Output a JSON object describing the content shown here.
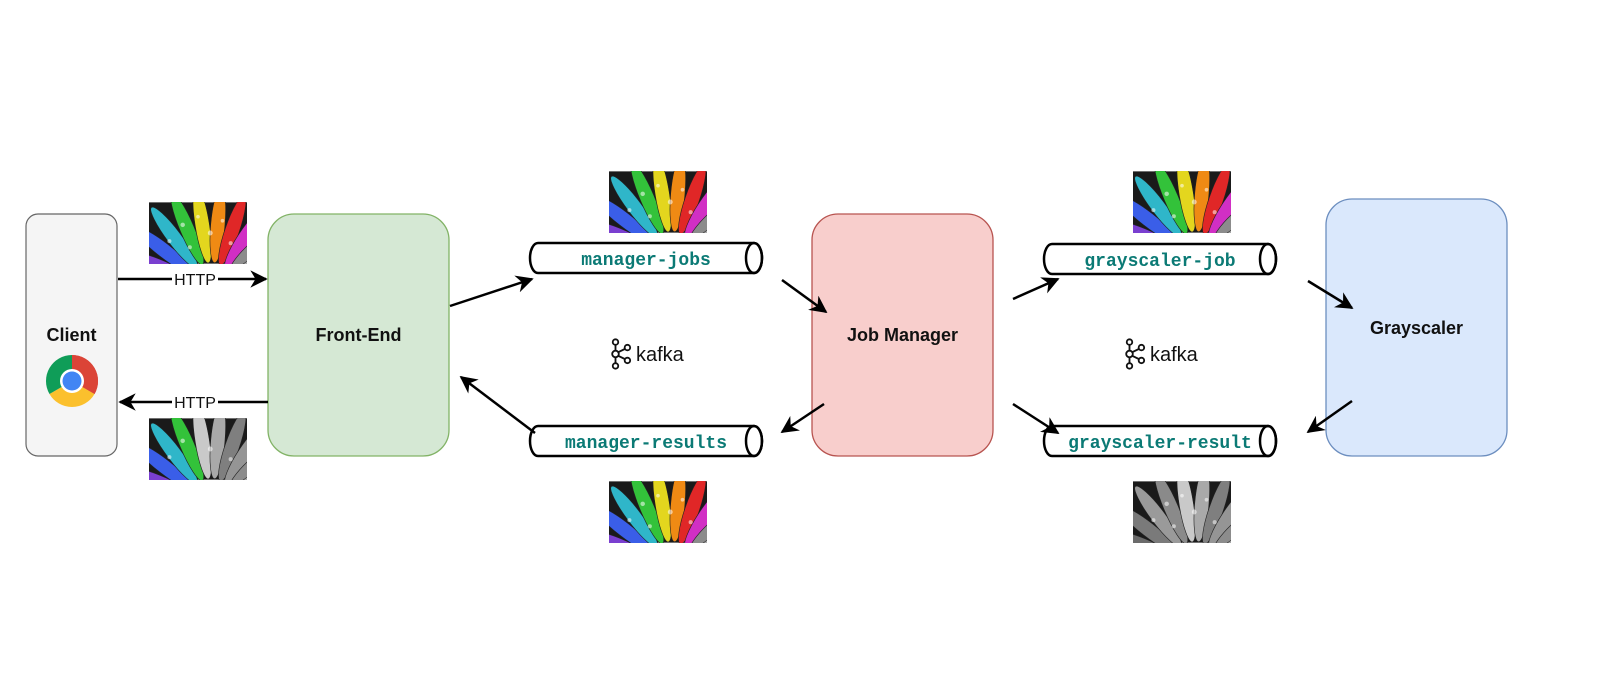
{
  "nodes": {
    "client": {
      "label": "Client",
      "fill": "#f5f5f5",
      "stroke": "#666666"
    },
    "frontend": {
      "label": "Front-End",
      "fill": "#d5e8d4",
      "stroke": "#82b366"
    },
    "jobmanager": {
      "label": "Job Manager",
      "fill": "#f8cecc",
      "stroke": "#b85450"
    },
    "grayscaler": {
      "label": "Grayscaler",
      "fill": "#dae8fc",
      "stroke": "#6c8ebf"
    }
  },
  "topics": {
    "manager_jobs": "manager-jobs",
    "manager_results": "manager-results",
    "grayscaler_job": "grayscaler-job",
    "grayscaler_result": "grayscaler-result"
  },
  "edges": {
    "http_request": "HTTP",
    "http_response": "HTTP"
  },
  "kafka": {
    "left": "kafka",
    "right": "kafka"
  },
  "icons": {
    "browser": "chrome-icon",
    "broker": "kafka-logo-icon",
    "image_color": "color-flower-image",
    "image_gray": "grayscale-flower-image"
  },
  "colors": {
    "topic_text": "#0b7a75",
    "petals": [
      "#7a3fd0",
      "#3a5ee8",
      "#2fb6c9",
      "#33c23a",
      "#e3d61e",
      "#ef8a14",
      "#e02727",
      "#d12fc4"
    ]
  }
}
